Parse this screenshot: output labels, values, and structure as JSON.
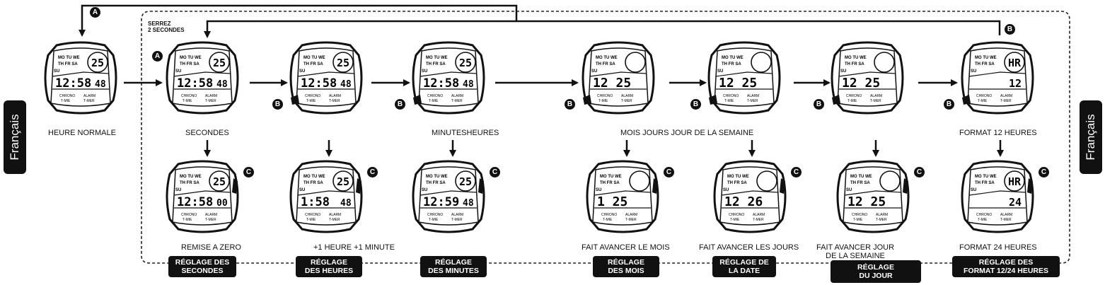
{
  "side_tab": "Français",
  "press_note": "SERREZ\n2 SECONDES",
  "buttons": {
    "a": "A",
    "b": "B",
    "c": "C"
  },
  "watch_labels": {
    "days_top": "MO TU WE",
    "days_bottom": "TH FR SA",
    "sunday": "SU",
    "chrono": "CHRONO",
    "alarm": "ALARM",
    "time": "T-MIE",
    "timer": "T-MER"
  },
  "top_watches": [
    {
      "id": "normal",
      "big": "12:58",
      "sec": "48",
      "date": "25",
      "caption": "HEURE NORMALE"
    },
    {
      "id": "seconds",
      "big": "12:58",
      "sec": "48",
      "date": "25",
      "caption": "SECONDES"
    },
    {
      "id": "hours",
      "big": "12:58",
      "sec": "48",
      "date": "25",
      "caption": ""
    },
    {
      "id": "minutes",
      "big": "12:58",
      "sec": "48",
      "date": "25",
      "caption": "MINUTESHEURES"
    },
    {
      "id": "month",
      "big": "12.25",
      "sec": "",
      "date": "",
      "caption": ""
    },
    {
      "id": "date",
      "big": "12.25",
      "sec": "",
      "date": "",
      "caption": "MOIS JOURS JOUR DE LA SEMAINE"
    },
    {
      "id": "weekday",
      "big": "12.25",
      "sec": "",
      "date": "",
      "caption": ""
    },
    {
      "id": "format12",
      "big": "",
      "sec": "12",
      "date": "HR",
      "caption": "FORMAT 12 HEURES"
    }
  ],
  "bottom_watches": [
    {
      "id": "reset",
      "big": "12:58",
      "sec": "00",
      "date": "25",
      "caption": "REMISE A ZERO"
    },
    {
      "id": "plus-hour",
      "big": "1:58",
      "sec": "48",
      "date": "25",
      "caption": "+1 HEURE +1 MINUTE"
    },
    {
      "id": "plus-minute",
      "big": "12:59",
      "sec": "48",
      "date": "25",
      "caption": ""
    },
    {
      "id": "adv-month",
      "big": "1.25",
      "sec": "",
      "date": "",
      "caption": "FAIT AVANCER LE MOIS"
    },
    {
      "id": "adv-day",
      "big": "12.26",
      "sec": "",
      "date": "",
      "caption": "FAIT AVANCER LES JOURS"
    },
    {
      "id": "adv-weekday",
      "big": "12.25",
      "sec": "",
      "date": "",
      "caption": "FAIT AVANCER JOUR\nDE LA SEMAINE"
    },
    {
      "id": "format24",
      "big": "",
      "sec": "24",
      "date": "HR",
      "caption": "FORMAT 24 HEURES"
    }
  ],
  "tags": [
    {
      "id": "sec",
      "text": "RÉGLAGE DES\nSECONDES"
    },
    {
      "id": "hours",
      "text": "RÉGLAGE\nDES HEURES"
    },
    {
      "id": "minutes",
      "text": "RÉGLAGE\nDES MINUTES"
    },
    {
      "id": "month",
      "text": "RÉGLAGE\nDES MOIS"
    },
    {
      "id": "date",
      "text": "RÉGLAGE DE\nLA DATE"
    },
    {
      "id": "day",
      "text": "RÉGLAGE\nDU JOUR"
    },
    {
      "id": "format",
      "text": "RÉGLAGE DES\nFORMAT 12/24 HEURES"
    }
  ]
}
